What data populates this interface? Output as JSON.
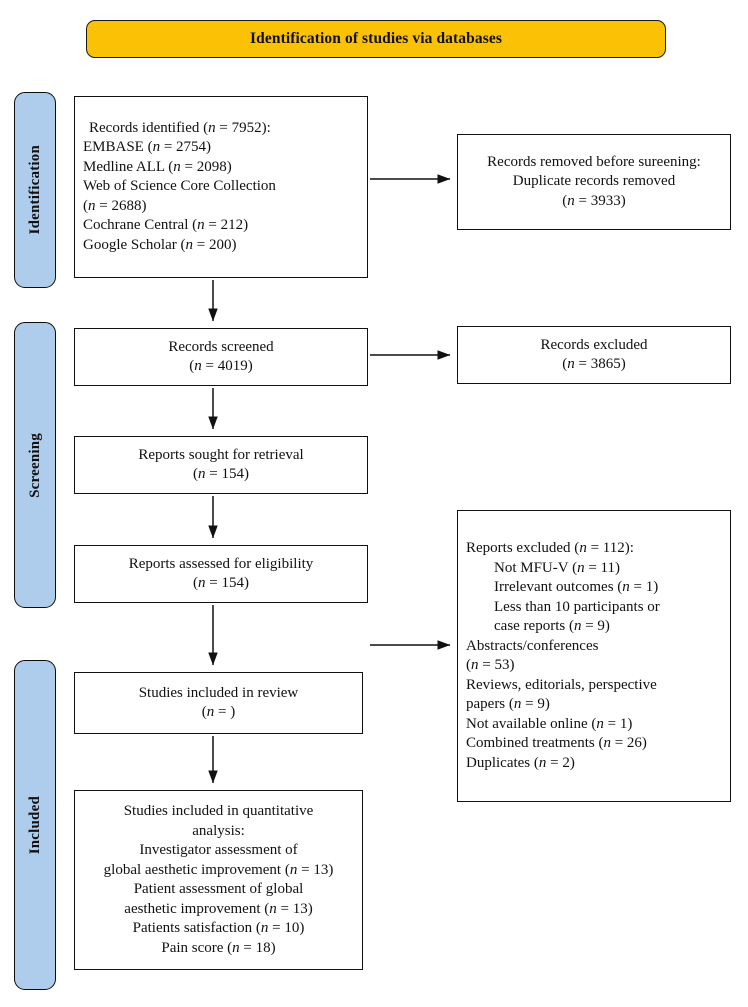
{
  "header": {
    "title": "Identification of studies via databases"
  },
  "phases": [
    {
      "label": "Identification"
    },
    {
      "label": "Screening"
    },
    {
      "label": "Included"
    }
  ],
  "boxes": {
    "identified": {
      "lines": [
        "Records identified (n = 7952):",
        "EMBASE (n = 2754)",
        "Medline ALL (n = 2098)",
        "Web of Science Core Collection",
        "(n = 2688)",
        "Cochrane Central (n = 212)",
        "Google Scholar (n = 200)"
      ]
    },
    "removed": {
      "lines": [
        "Records removed before sureening:",
        "Duplicate records removed",
        "(n = 3933)"
      ]
    },
    "screened": {
      "lines": [
        "Records screened",
        "(n = 4019)"
      ]
    },
    "records_excluded": {
      "lines": [
        "Records excluded",
        "(n = 3865)"
      ]
    },
    "sought": {
      "lines": [
        "Reports sought for retrieval",
        "(n = 154)"
      ]
    },
    "assessed": {
      "lines": [
        "Reports assessed for eligibility",
        "(n = 154)"
      ]
    },
    "reports_excluded": {
      "lines": [
        "Reports excluded (n = 112):",
        "Not MFU-V (n = 11)",
        "Irrelevant outcomes (n = 1)",
        "Less than 10 participants or",
        "case reports (n = 9)",
        "Abstracts/conferences",
        "(n = 53)",
        "Reviews, editorials, perspective",
        "papers (n = 9)",
        "Not available online (n = 1)",
        "Combined treatments (n = 26)",
        "Duplicates (n = 2)"
      ]
    },
    "included_review": {
      "lines": [
        "Studies included in review",
        "(n =      )"
      ]
    },
    "quantitative": {
      "lines": [
        "Studies included in quantitative",
        "analysis:",
        "Investigator assessment of",
        "global aesthetic improvement (n = 13)",
        "Patient assessment of global",
        "aesthetic improvement (n = 13)",
        "Patients satisfaction (n = 10)",
        "Pain score (n = 18)"
      ]
    }
  },
  "colors": {
    "header_background": "#FBC105",
    "phase_background": "#AECCEC",
    "border": "#111111",
    "text": "#111111",
    "page_background": "#FFFFFF"
  }
}
